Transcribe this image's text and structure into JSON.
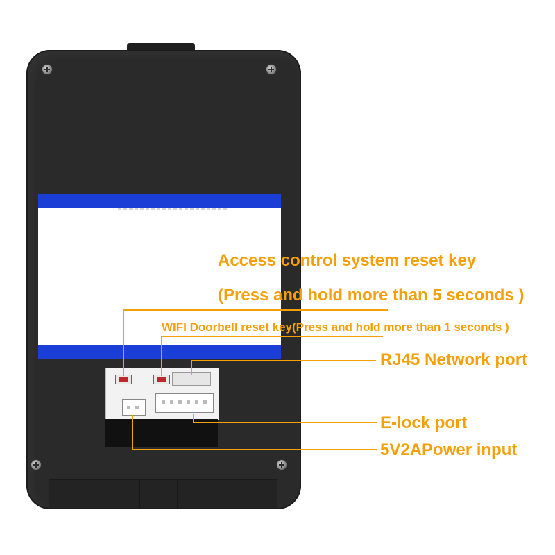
{
  "labels": {
    "access_reset": "Access control system reset key",
    "access_reset_note": "(Press and hold more than 5 seconds )",
    "wifi_reset": "WIFI Doorbell reset key(Press and hold more than 1 seconds )",
    "rj45": "RJ45 Network port",
    "elock": "E-lock port",
    "power": "5V2APower input"
  },
  "colors": {
    "annotation": "#f5a008",
    "label_stripe": "#1b3fd6",
    "device_body": "#2a2a2a",
    "reset_button": "#c0272d"
  }
}
